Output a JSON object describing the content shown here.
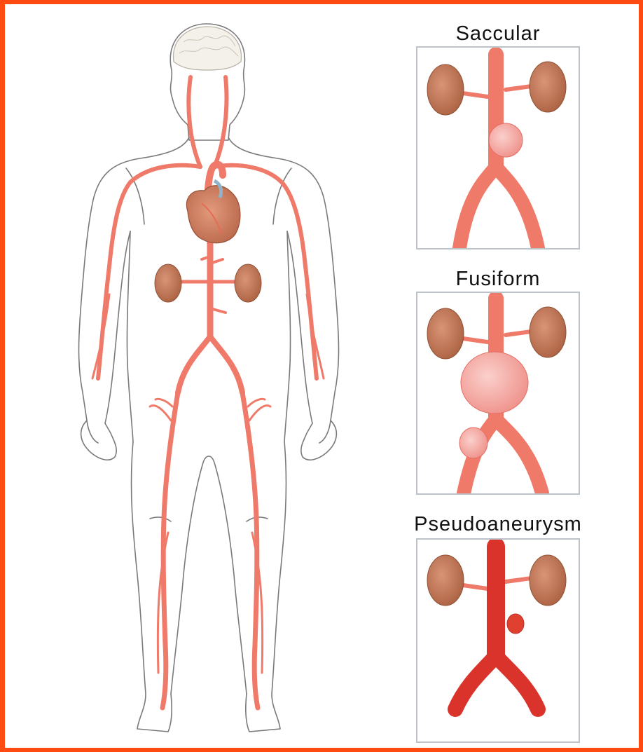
{
  "panels": {
    "saccular": {
      "title": "Saccular"
    },
    "fusiform": {
      "title": "Fusiform"
    },
    "pseudoaneurysm": {
      "title": "Pseudoaneurysm"
    }
  },
  "colors": {
    "border": "#ff4a12",
    "background_outer": "#7fe04a",
    "artery": "#f07a6a",
    "artery_dark": "#e05a4a",
    "aneurysm": "#f4a9a4",
    "kidney": "#b8704e",
    "heart": "#cf7e60",
    "pseudo_vessel": "#d9332b",
    "outline": "#6f6f6f"
  }
}
